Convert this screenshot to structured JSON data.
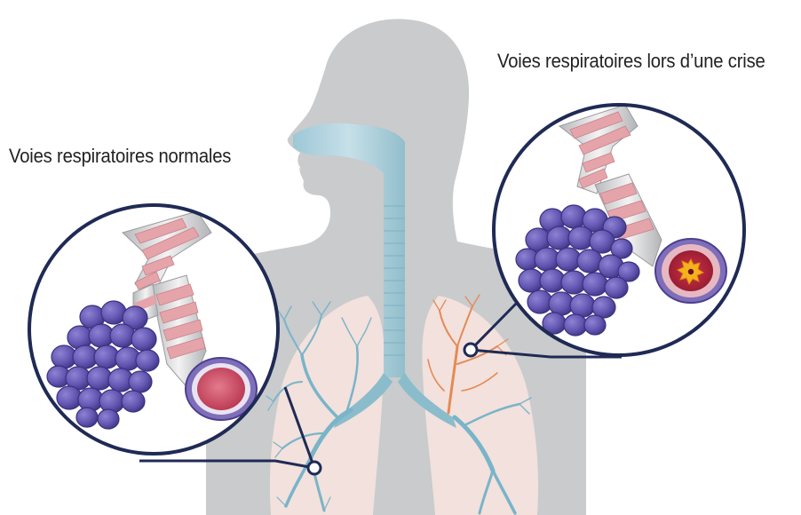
{
  "labels": {
    "normal_airways": "Voies respiratoires normales",
    "attack_airways": "Voies respiratoires lors d’une crise"
  },
  "colors": {
    "body_silhouette": "#c9cbcd",
    "airway_trachea": "#7fb6c8",
    "lung_fill": "#f6dcd4",
    "bronchial_tree_normal": "#6fb0c8",
    "bronchial_tree_attack": "#e98a55",
    "alveoli": "#6b5fb5",
    "bronchus_band": "#e7a8ad",
    "callout_ring": "#1f2a55",
    "normal_lumen": "#c94458",
    "attack_lumen": "#b8203a",
    "mucus": "#f6b21c"
  },
  "icons": [
    "human-torso-silhouette",
    "lungs",
    "alveoli-cluster",
    "bronchus-tube",
    "inflamed-airway-cross-section"
  ]
}
